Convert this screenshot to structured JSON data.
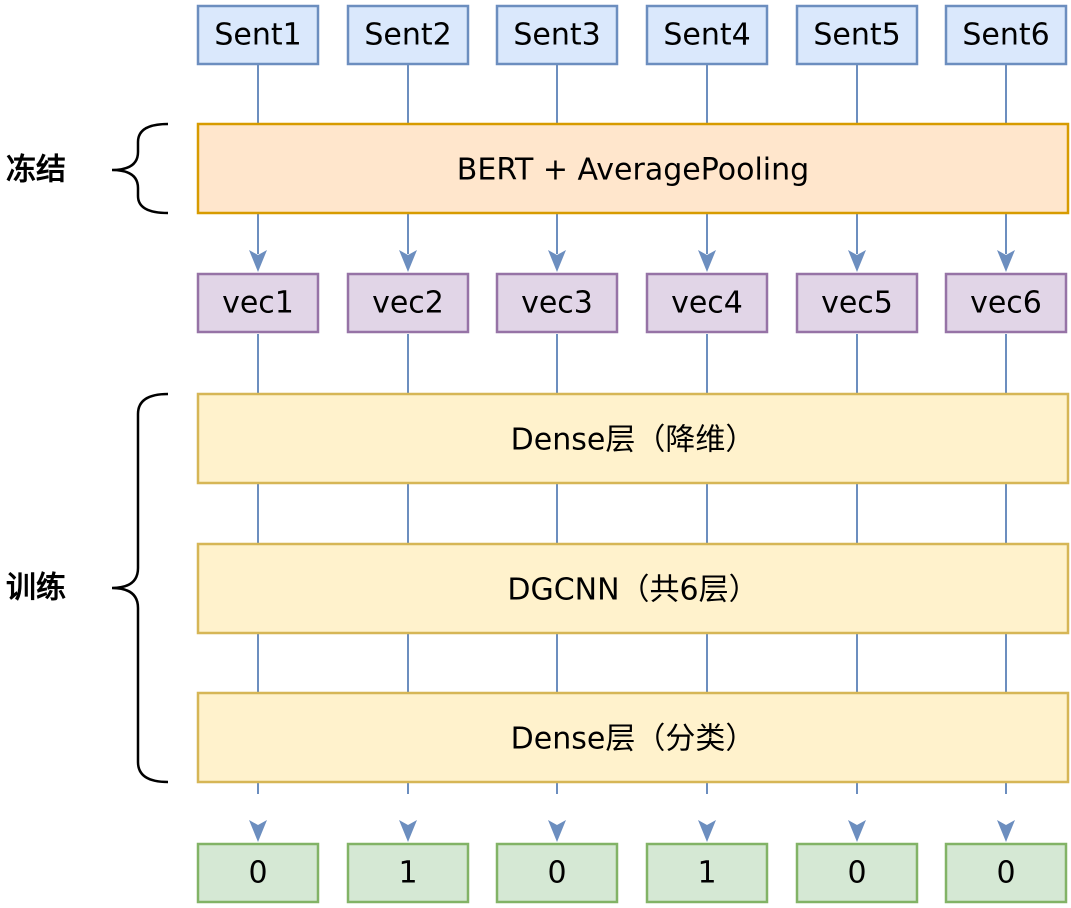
{
  "sentences": [
    "Sent1",
    "Sent2",
    "Sent3",
    "Sent4",
    "Sent5",
    "Sent6"
  ],
  "vectors": [
    "vec1",
    "vec2",
    "vec3",
    "vec4",
    "vec5",
    "vec6"
  ],
  "outputs": [
    "0",
    "1",
    "0",
    "1",
    "0",
    "0"
  ],
  "encoder": {
    "label": "BERT + AveragePooling"
  },
  "layers": {
    "reduce": "Dense层（降维）",
    "dgcnn": "DGCNN（共6层）",
    "classify": "Dense层（分类）"
  },
  "groups": {
    "frozen": "冻结",
    "trained": "训练"
  },
  "colors": {
    "sentence_fill": "#dae8fc",
    "sentence_stroke": "#6c8ebf",
    "encoder_fill": "#ffe6cc",
    "encoder_stroke": "#d79b00",
    "vector_fill": "#e1d5e7",
    "vector_stroke": "#9673a6",
    "layer_fill": "#fff2cc",
    "layer_stroke": "#d6b656",
    "output_fill": "#d5e8d4",
    "output_stroke": "#82b366",
    "connector": "#6c8ebf"
  }
}
